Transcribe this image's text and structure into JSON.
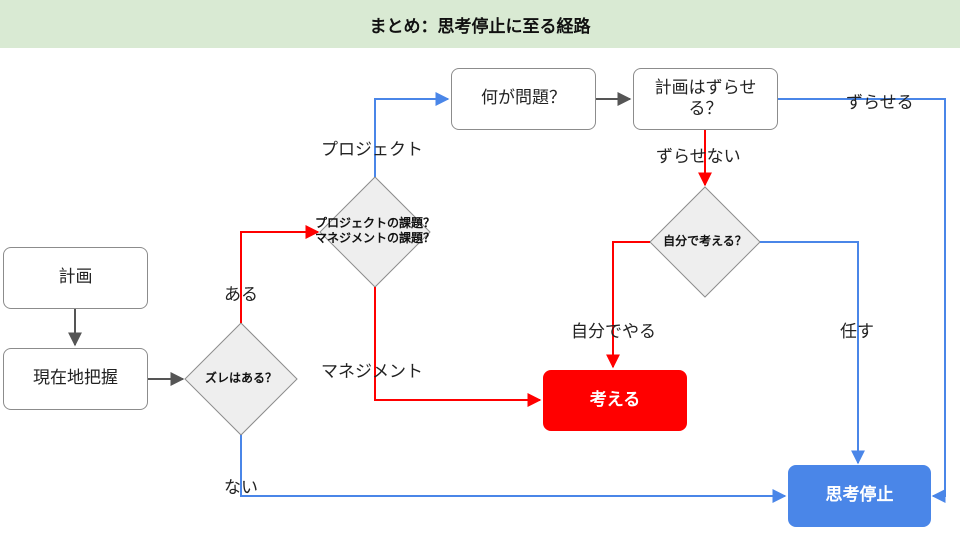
{
  "header": {
    "title": "まとめ：思考停止に至る経路"
  },
  "nodes": {
    "plan": "計画",
    "current": "現在地把握",
    "gap": "ズレはある？",
    "project_or_management": {
      "line1": "プロジェクトの課題？",
      "line2": "マネジメントの課題？"
    },
    "whats_problem": "何が問題？",
    "shift_plan": {
      "line1": "計画はずらせ",
      "line2": "る？"
    },
    "think_self": "自分で考える？",
    "think": "考える",
    "stop_thinking": "思考停止"
  },
  "edge_labels": {
    "yes": "ある",
    "no": "ない",
    "project": "プロジェクト",
    "management": "マネジメント",
    "can_shift": "ずらせる",
    "cannot_shift": "ずらせない",
    "do_myself": "自分でやる",
    "delegate": "任す"
  },
  "colors": {
    "header_bg": "#d9ead3",
    "gray_edge": "#555555",
    "red_edge": "#ff0000",
    "blue_edge": "#4a86e8",
    "think_box": "#ff0000",
    "stop_box": "#4a86e8",
    "diamond_fill": "#eeeeee"
  }
}
